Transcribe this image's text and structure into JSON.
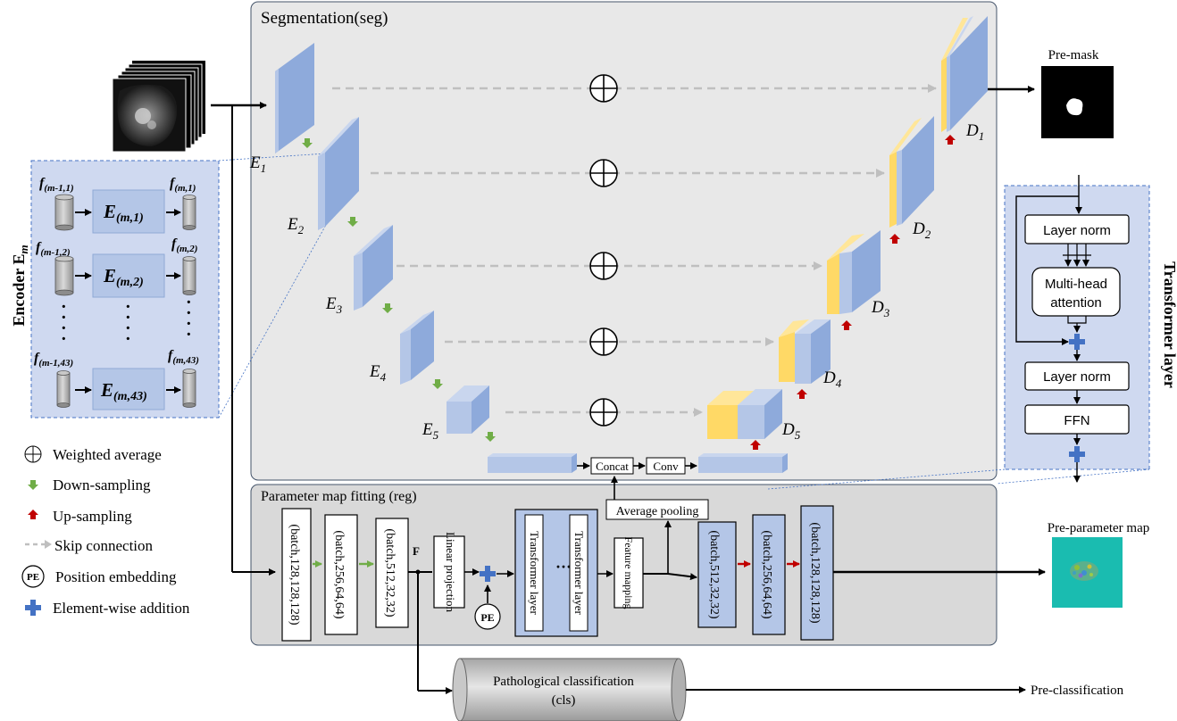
{
  "panels": {
    "seg_title": "Segmentation(seg)",
    "reg_title": "Parameter map fitting (reg)",
    "transformer_title": "Transformer layer",
    "encoder_title": "Encoder E",
    "encoder_title_sub": "m"
  },
  "encoder": {
    "rows": [
      {
        "in": "f",
        "in_sub": "(m-1,1)",
        "block": "E",
        "block_sub": "(m,1)",
        "out": "f",
        "out_sub": "(m,1)"
      },
      {
        "in": "f",
        "in_sub": "(m-1,2)",
        "block": "E",
        "block_sub": "(m,2)",
        "out": "f",
        "out_sub": "(m,2)"
      },
      {
        "in": "f",
        "in_sub": "(m-1,43)",
        "block": "E",
        "block_sub": "(m,43)",
        "out": "f",
        "out_sub": "(m,43)"
      }
    ],
    "dots": "·"
  },
  "seg": {
    "encoders": [
      {
        "label": "E",
        "sub": "1"
      },
      {
        "label": "E",
        "sub": "2"
      },
      {
        "label": "E",
        "sub": "3"
      },
      {
        "label": "E",
        "sub": "4"
      },
      {
        "label": "E",
        "sub": "5"
      }
    ],
    "decoders": [
      {
        "label": "D",
        "sub": "1"
      },
      {
        "label": "D",
        "sub": "2"
      },
      {
        "label": "D",
        "sub": "3"
      },
      {
        "label": "D",
        "sub": "4"
      },
      {
        "label": "D",
        "sub": "5"
      }
    ],
    "concat": "Concat",
    "conv": "Conv",
    "pre_mask": "Pre-mask"
  },
  "transformer": {
    "layer_norm_1": "Layer norm",
    "mha_line1": "Multi-head",
    "mha_line2": "attention",
    "layer_norm_2": "Layer norm",
    "ffn": "FFN"
  },
  "reg": {
    "shapes_in": [
      "(batch,128,128,128)",
      "(batch,256,64,64)",
      "(batch,512,32,32)"
    ],
    "F": "F",
    "linear_projection": "Linear projection",
    "pe": "PE",
    "transformer_layer": "Transformer layer",
    "ellipsis": "···",
    "feature_mapping": "Feature mapping",
    "average_pooling": "Average pooling",
    "shapes_out": [
      "(batch,512,32,32)",
      "(batch,256,64,64)",
      "(batch,128,128,128)"
    ],
    "pre_parameter_map": "Pre-parameter map"
  },
  "cls": {
    "line1": "Pathological classification",
    "line2": "(cls)",
    "output": "Pre-classification"
  },
  "legend": {
    "weighted_average": "Weighted average",
    "down_sampling": "Down-sampling",
    "up_sampling": "Up-sampling",
    "skip_connection": "Skip connection",
    "position_embedding": "Position embedding",
    "pe_symbol": "PE",
    "element_wise_addition": "Element-wise addition"
  },
  "colors": {
    "panel_gray": "#e8e8e8",
    "panel_blue": "#cfd9f0",
    "block_blue": "#b4c6e7",
    "block_yellow": "#ffe699",
    "down_arrow": "#70ad47",
    "up_arrow": "#c00000",
    "skip_gray": "#bfbfbf",
    "plus_blue": "#4472c4"
  }
}
